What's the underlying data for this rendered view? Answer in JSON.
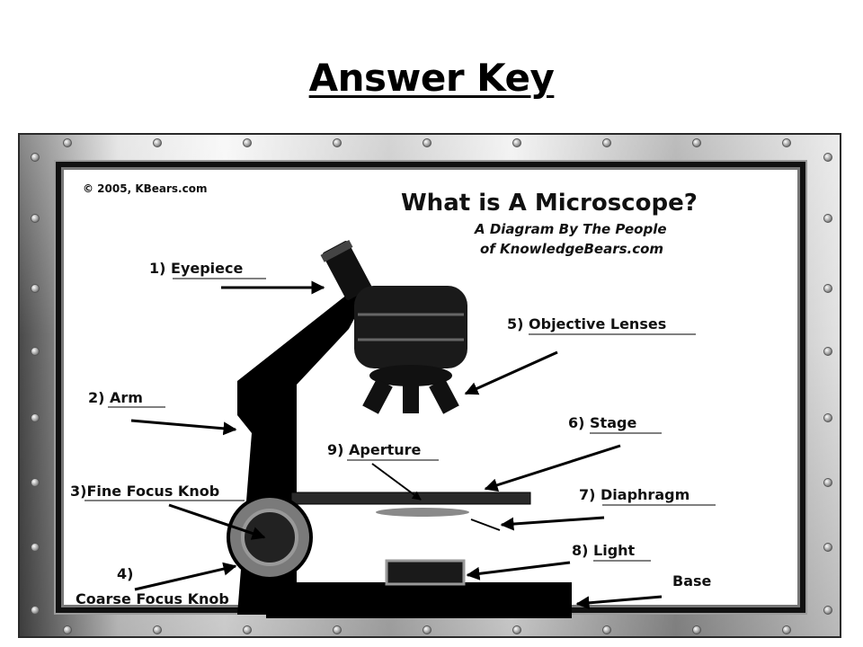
{
  "page": {
    "title": "Answer Key"
  },
  "diagram": {
    "copyright": "© 2005, KBears.com",
    "title": "What is A Microscope?",
    "subtitle_line1": "A Diagram By The People",
    "subtitle_line2": "of KnowledgeBears.com",
    "labels": {
      "eyepiece": "1) Eyepiece",
      "arm": "2) Arm",
      "fine_focus": "3)Fine Focus Knob",
      "coarse_num": "4)",
      "coarse_focus": "Coarse Focus Knob",
      "objective": "5) Objective Lenses",
      "stage": "6) Stage",
      "diaphragm": "7) Diaphragm",
      "light": "8) Light",
      "aperture": "9) Aperture",
      "base": "Base"
    }
  }
}
